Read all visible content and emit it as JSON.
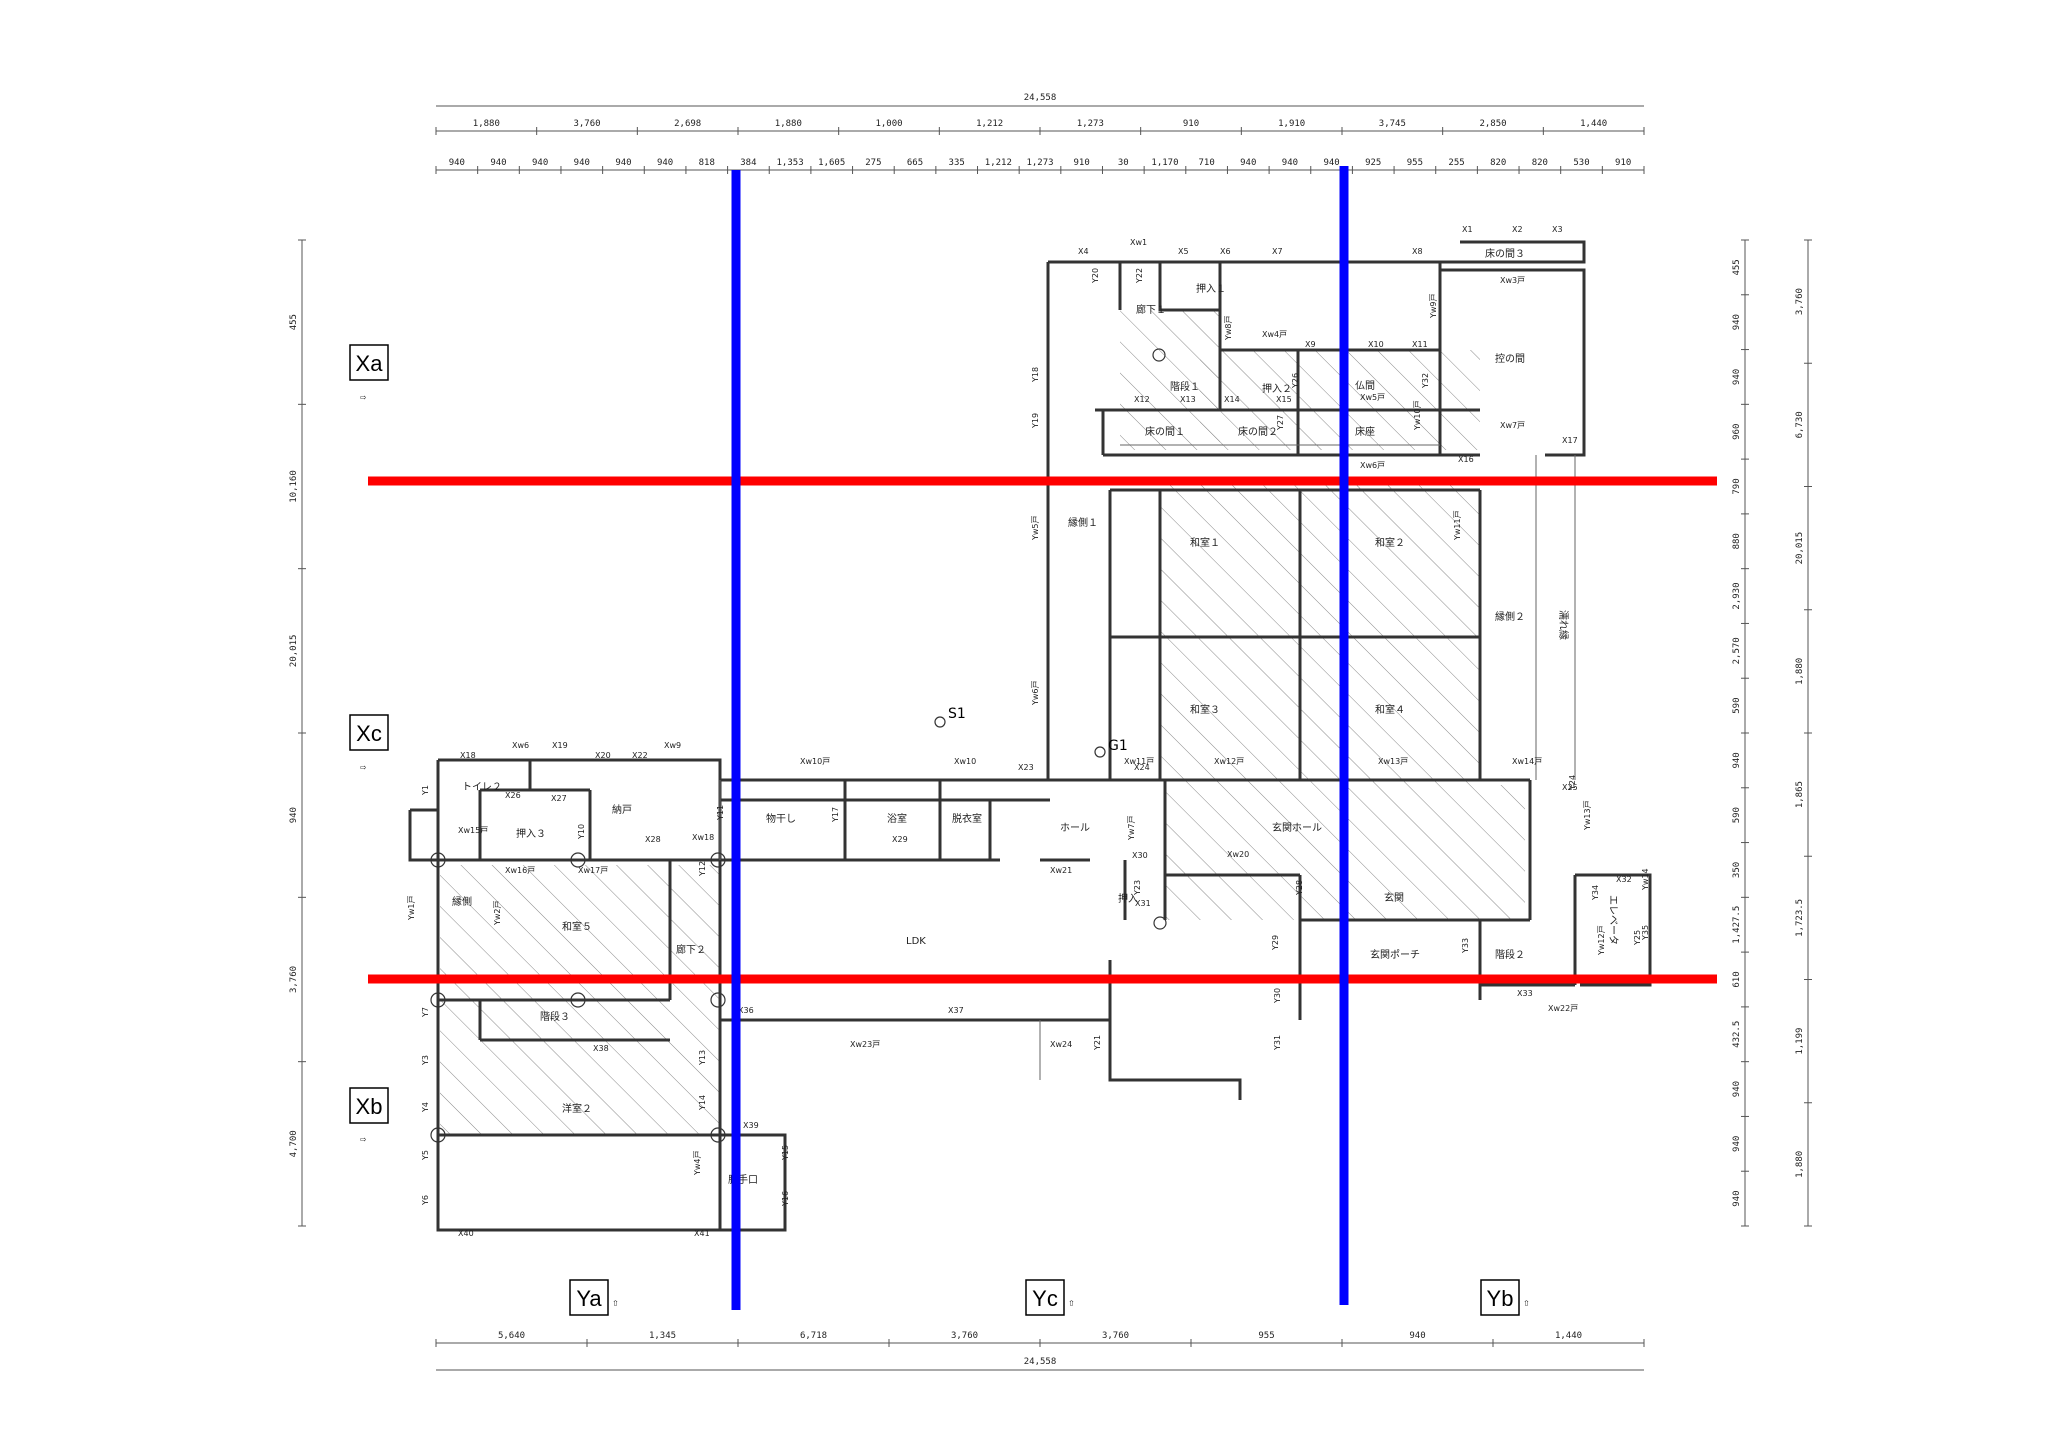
{
  "colors": {
    "section_red": "#ff0000",
    "section_blue": "#0000ff",
    "line": "#333333",
    "hatch": "#888888"
  },
  "dimensions": {
    "top_total": "24,558",
    "top_row1": [
      "1,880",
      "3,760",
      "2,698",
      "1,880",
      "1,000",
      "1,212",
      "1,273",
      "910",
      "1,910",
      "3,745",
      "2,850",
      "1,440"
    ],
    "top_row2": [
      "940",
      "940",
      "940",
      "940",
      "940",
      "940",
      "818",
      "384",
      "1,353",
      "1,605",
      "275",
      "665",
      "335",
      "1,212",
      "1,273",
      "910",
      "30",
      "1,170",
      "710",
      "940",
      "940",
      "940",
      "925",
      "955",
      "255",
      "820",
      "820",
      "530",
      "910"
    ],
    "bottom_row": [
      "5,640",
      "1,345",
      "6,718",
      "3,760",
      "3,760",
      "955",
      "940",
      "1,440"
    ],
    "bottom_total": "24,558",
    "left_row1": [
      "455",
      "10,160",
      "20,015",
      "940",
      "3,760",
      "4,700"
    ],
    "right_row1": [
      "455",
      "940",
      "940",
      "960",
      "790",
      "880",
      "2,930",
      "2,570",
      "590",
      "940",
      "590",
      "350",
      "1,427.5",
      "610",
      "432.5",
      "940",
      "940",
      "940"
    ],
    "right_row2": [
      "3,760",
      "6,730",
      "20,015",
      "1,880",
      "1,865",
      "1,723.5",
      "1,199",
      "1,880"
    ]
  },
  "axis_markers": [
    {
      "id": "xa",
      "label": "Xa"
    },
    {
      "id": "xc",
      "label": "Xc"
    },
    {
      "id": "xb",
      "label": "Xb"
    },
    {
      "id": "ya",
      "label": "Ya"
    },
    {
      "id": "yc",
      "label": "Yc"
    },
    {
      "id": "yb",
      "label": "Yb"
    }
  ],
  "rooms": {
    "r01": "廊下１",
    "r02": "押入１",
    "r03": "階段１",
    "r04": "押入２",
    "r05": "仏間",
    "r06": "控の間",
    "r07": "床の間３",
    "r08": "床の間１",
    "r09": "床の間２",
    "r10": "床座",
    "r11": "縁側１",
    "r12": "和室１",
    "r13": "和室２",
    "r14": "縁側２",
    "r15": "和室３",
    "r16": "和室４",
    "r17": "玄関ホール",
    "r18": "玄関",
    "r19": "玄関ポーチ",
    "r20": "階段２",
    "r21": "トイレ２",
    "r22": "納戸",
    "r23": "押入３",
    "r24": "和室５",
    "r25": "縁側",
    "r26": "廊下２",
    "r27": "階段３",
    "r28": "洋室２",
    "r29": "勝手口",
    "r30": "物干し",
    "r31": "浴室",
    "r32": "脱衣室",
    "r33": "ホール",
    "r34": "LDK",
    "r35": "押入",
    "r36": "エレベータ",
    "r37": "濡れ縁",
    "r38": "S1",
    "r39": "G1"
  },
  "labels": {
    "x": [
      "X1",
      "X2",
      "X3",
      "X4",
      "X5",
      "X6",
      "X7",
      "X8",
      "X9",
      "X10",
      "X11",
      "X12",
      "X13",
      "X14",
      "X15",
      "X16",
      "X17",
      "X18",
      "X19",
      "X20",
      "X22",
      "X23",
      "X24",
      "X25",
      "X26",
      "X27",
      "X28",
      "X29",
      "X30",
      "X31",
      "X32",
      "X33",
      "X36",
      "X37",
      "X38",
      "X39",
      "X40",
      "X41"
    ],
    "xw": [
      "Xw1",
      "Xw3戸",
      "Xw4戸",
      "Xw5戸",
      "Xw6",
      "Xw6戸",
      "Xw7戸",
      "Xw9",
      "Xw10",
      "Xw10戸",
      "Xw11戸",
      "Xw12戸",
      "Xw13戸",
      "Xw14戸",
      "Xw15戸",
      "Xw16戸",
      "Xw17戸",
      "Xw18",
      "Xw20",
      "Xw21",
      "Xw22戸",
      "Xw23戸",
      "Xw24"
    ],
    "y": [
      "Y1",
      "Y3",
      "Y4",
      "Y5",
      "Y6",
      "Y7",
      "Y10",
      "Y11",
      "Y12",
      "Y13",
      "Y14",
      "Y15",
      "Y16",
      "Y17",
      "Y18",
      "Y19",
      "Y20",
      "Y21",
      "Y22",
      "Y23",
      "Y24",
      "Y25",
      "Y26",
      "Y27",
      "Y28",
      "Y29",
      "Y30",
      "Y31",
      "Y32",
      "Y33",
      "Y34",
      "Y35"
    ],
    "yw": [
      "Yw1戸",
      "Yw2戸",
      "Yw4戸",
      "Yw5戸",
      "Yw6戸",
      "Yw7戸",
      "Yw8戸",
      "Yw9戸",
      "Yw10戸",
      "Yw11戸",
      "Yw12戸",
      "Yw13戸",
      "Yw14"
    ]
  }
}
